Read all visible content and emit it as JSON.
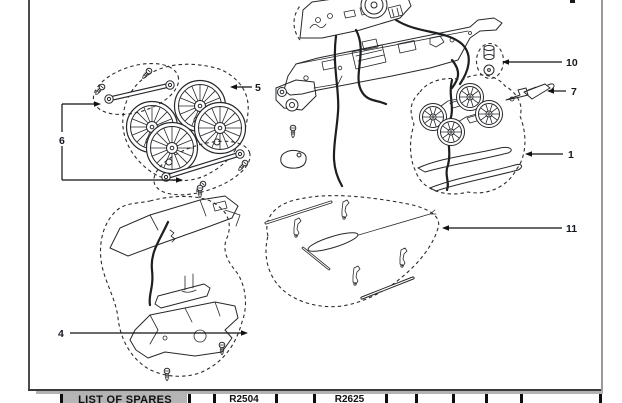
{
  "figure": {
    "callouts": {
      "c1": {
        "label": "1"
      },
      "c4": {
        "label": "4"
      },
      "c5": {
        "label": "5"
      },
      "c6": {
        "label": "6"
      },
      "c7": {
        "label": "7"
      },
      "c10": {
        "label": "10"
      },
      "c11": {
        "label": "11"
      }
    }
  },
  "table": {
    "title": "LIST OF SPARES",
    "code_left": "R2504",
    "code_right": "R2625"
  },
  "colors": {
    "line": "#26282b",
    "header_highlight": "#b5b5b5",
    "frame_shadow": "#b3b3b3"
  }
}
